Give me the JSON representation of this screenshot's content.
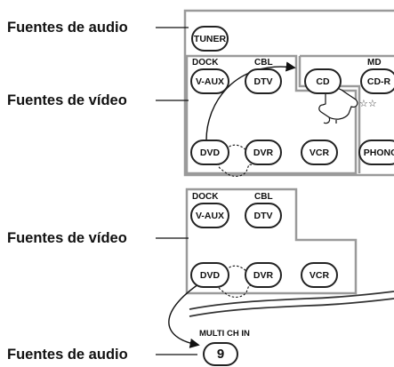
{
  "top": {
    "label_audio": "Fuentes de audio",
    "label_video": "Fuentes de vídeo",
    "buttons": {
      "tuner": "TUNER",
      "vaux": "V-AUX",
      "dtv": "DTV",
      "cd": "CD",
      "cdr": "CD-R",
      "dvd": "DVD",
      "dvr": "DVR",
      "vcr": "VCR",
      "phono": "PHONO"
    },
    "captions": {
      "dock": "DOCK",
      "cbl": "CBL",
      "md": "MD",
      "stars": "☆☆"
    }
  },
  "bottom": {
    "label_video": "Fuentes de vídeo",
    "label_audio": "Fuentes de audio",
    "buttons": {
      "vaux": "V-AUX",
      "dtv": "DTV",
      "dvd": "DVD",
      "dvr": "DVR",
      "vcr": "VCR",
      "multi": "9"
    },
    "captions": {
      "dock": "DOCK",
      "cbl": "CBL",
      "multi": "MULTI CH IN"
    }
  },
  "colors": {
    "panel_border": "#9a9a9a",
    "ink": "#111111"
  }
}
